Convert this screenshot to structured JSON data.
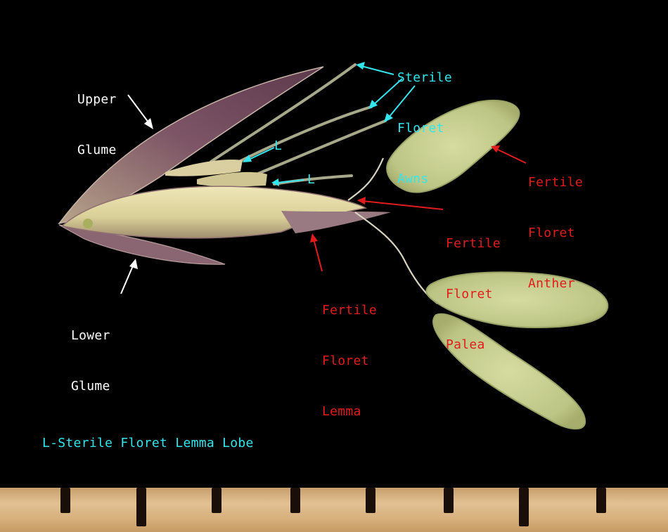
{
  "labels": {
    "upper_glume": [
      "Upper",
      "Glume"
    ],
    "lower_glume": [
      "Lower",
      "Glume"
    ],
    "sterile_awns": [
      "Sterile",
      "Floret",
      "Awns"
    ],
    "lobe_1": "L",
    "lobe_2": "L",
    "fertile_anther": [
      "Fertile",
      "Floret",
      "Anther"
    ],
    "fertile_palea": [
      "Fertile",
      "Floret",
      "Palea"
    ],
    "fertile_lemma": [
      "Fertile",
      "Floret",
      "Lemma"
    ],
    "legend": "L-Sterile Floret Lemma Lobe"
  },
  "colors": {
    "white_label": "#ffffff",
    "cyan_label": "#33e6ee",
    "red_label": "#e21c1c",
    "background": "#000000",
    "ruler": "#d7b07c"
  }
}
